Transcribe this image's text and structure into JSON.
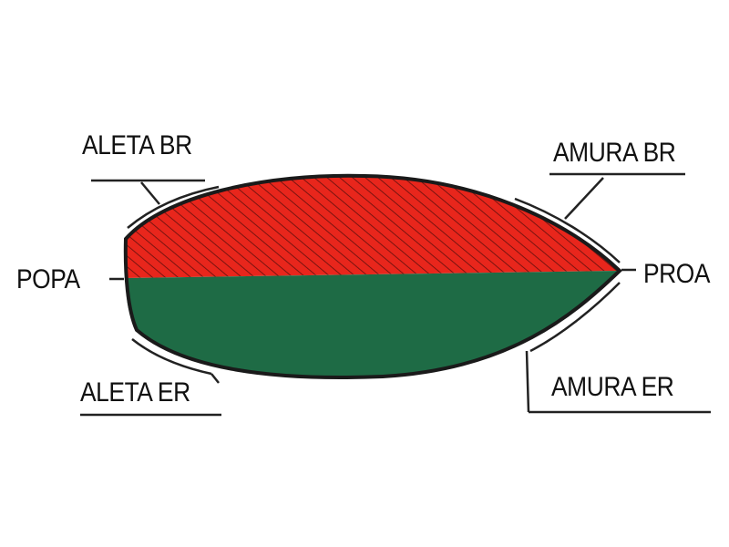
{
  "labels": {
    "aleta_br": "ALETA BR",
    "amura_br": "AMURA BR",
    "popa": "POPA",
    "proa": "PROA",
    "aleta_er": "ALETA ER",
    "amura er": "AMURA ER",
    "amura_er": "AMURA ER"
  },
  "colors": {
    "port_side": "#e8261c",
    "starboard_side": "#1e6b45",
    "outline": "#1a1a1a"
  }
}
